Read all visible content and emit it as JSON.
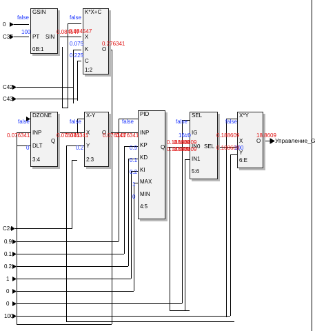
{
  "blocks": {
    "gsin": {
      "name": "GSIN",
      "pins": {
        "pt": "PT",
        "sin": "SIN"
      },
      "id": "0B:1"
    },
    "kxc": {
      "name": "K*X+C",
      "pins": {
        "k": "K",
        "x": "X",
        "c": "C",
        "o": "O"
      },
      "id": "1:2"
    },
    "dzone": {
      "name": "DZONE",
      "pins": {
        "inp": "INP",
        "dlt": "DLT",
        "q": "Q"
      },
      "id": "3:4"
    },
    "xy": {
      "name": "X-Y",
      "pins": {
        "x": "X",
        "y": "Y",
        "o": "O"
      },
      "id": "2:3"
    },
    "pid": {
      "name": "PID",
      "pins": {
        "inp": "INP",
        "kp": "KP",
        "kd": "KD",
        "ki": "KI",
        "max": "MAX",
        "min": "MIN",
        "q": "Q"
      },
      "id": "4:5"
    },
    "sel": {
      "name": "SEL",
      "pins": {
        "ig": "IG",
        "in0": "IN0",
        "in1": "IN1",
        "sel": "SEL"
      },
      "id": "5:6"
    },
    "mul": {
      "name": "X*Y",
      "pins": {
        "x": "X",
        "y": "Y",
        "o": "O"
      },
      "id": "6:E"
    }
  },
  "values": {
    "gsin_en": "false",
    "gsin_pt": "100",
    "gsin_out": "0.084547",
    "kxc_en": "false",
    "kxc_k_in": "0.084547",
    "kxc_x": "0.075",
    "kxc_c": "0.225",
    "kxc_out": "0.276341",
    "dz_en": "false",
    "dz_inp": "0.076341",
    "dz_dlt": "0",
    "dz_out": "0.076341",
    "xy_en": "false",
    "xy_x": "0.076341",
    "xy_y": "0.2",
    "xy_out": "0.076341",
    "pid_en": "false",
    "pid_inp": "0.076341",
    "pid_kp": "0.9",
    "pid_kd": "0.1",
    "pid_ki": "0.2",
    "pid_max": "1",
    "pid_min": "0",
    "pid_out": "0.188609",
    "pid_out2": "0.188609",
    "sel_en": "false",
    "sel_ig": "16#0",
    "sel_in0": "0.188609",
    "sel_in0b": "0.188609",
    "sel_out": "0.188609",
    "mul_en": "false",
    "mul_x": "0.188609",
    "mul_y": "100",
    "mul_out": "18.8609"
  },
  "inputs": {
    "top_0": "0",
    "c37": "C37",
    "c42": "C42",
    "c43": "C43",
    "c24": "C24",
    "l09": "0.9",
    "l01": "0.1",
    "l02": "0.2",
    "l1": "1",
    "l0a": "0",
    "l0b": "0",
    "l100": "100"
  },
  "output": {
    "label": "Управление_G_R"
  }
}
